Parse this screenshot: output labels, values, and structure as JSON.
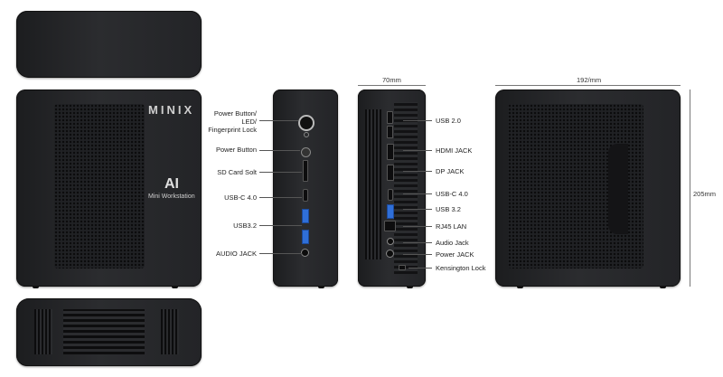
{
  "brand": {
    "logo": "MINIX",
    "badge": "AI",
    "subtitle": "Mini Workstation"
  },
  "side_labels": [
    "Power Button/",
    "LED/",
    "Fingerprint Lock",
    "Power Button",
    "SD Card Solt",
    "USB-C 4.0",
    "USB3.2",
    "AUDIO JACK"
  ],
  "back_labels": [
    "USB 2.0",
    "HDMI JACK",
    "DP JACK",
    "USB-C 4.0",
    "USB 3.2",
    "RJ45 LAN",
    "Audio Jack",
    "Power JACK",
    "Kensington Lock"
  ],
  "dimensions": {
    "width": "70mm",
    "length": "192/mm",
    "height": "205mm"
  },
  "icons": [
    "power-icon",
    "fingerprint-icon",
    "usb-icon",
    "hdmi-icon",
    "lan-icon",
    "audio-icon"
  ]
}
